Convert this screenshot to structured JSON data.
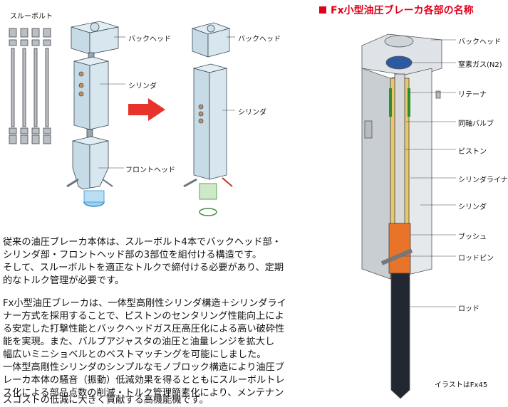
{
  "left_diagram": {
    "through_bolt_label": "スルーボルト",
    "back_head_label": "バックヘッド",
    "cylinder_label": "シリンダ",
    "front_head_label": "フロントヘッド"
  },
  "middle_diagram": {
    "back_head_label": "バックヘッド",
    "cylinder_label": "シリンダ"
  },
  "right_section": {
    "title": "Fx小型油圧ブレーカ各部の名称",
    "parts": [
      "バックヘッド",
      "窒素ガス(N2)",
      "リテーナ",
      "同軸バルブ",
      "ピストン",
      "シリンダライナ",
      "シリンダ",
      "ブッシュ",
      "ロッドピン",
      "ロッド"
    ],
    "caption": "イラストはFx45"
  },
  "paragraphs": {
    "p1_l1": "従来の油圧ブレーカ本体は、スルーボルト4本でバックヘッド部・",
    "p1_l2": "シリンダ部・フロントヘッド部の3部位を組付ける構造です。",
    "p1_l3": "そして、スルーボルトを適正なトルクで締付ける必要があり、定期",
    "p1_l4": "的なトルク管理が必要です。",
    "p2_l1": "Fx小型油圧ブレーカは、一体型高剛性シリンダ構造＋シリンダライ",
    "p2_l2": "ナー方式を採用することで、ピストンのセンタリング性能向上によ",
    "p2_l3": "る安定した打撃性能とバックヘッドガス圧高圧化による高い破砕性",
    "p2_l4": "能を実現。また、バルブアジャスタの油圧と油量レンジを拡大し",
    "p2_l5": "幅広いミニショベルとのベストマッチングを可能にしました。",
    "p2_l6": "一体型高剛性シリンダのシンプルなモノブロック構造により油圧ブ",
    "p2_l7": "レーカ本体の騒音（振動）低減効果を得るとともにスルーボルトレ",
    "p2_l8": "ス化による部品点数の削減・トルク管理簡素化により、メンテナン",
    "p2_l9": "スコストの低減に大きく貢献する高機能機です。"
  }
}
